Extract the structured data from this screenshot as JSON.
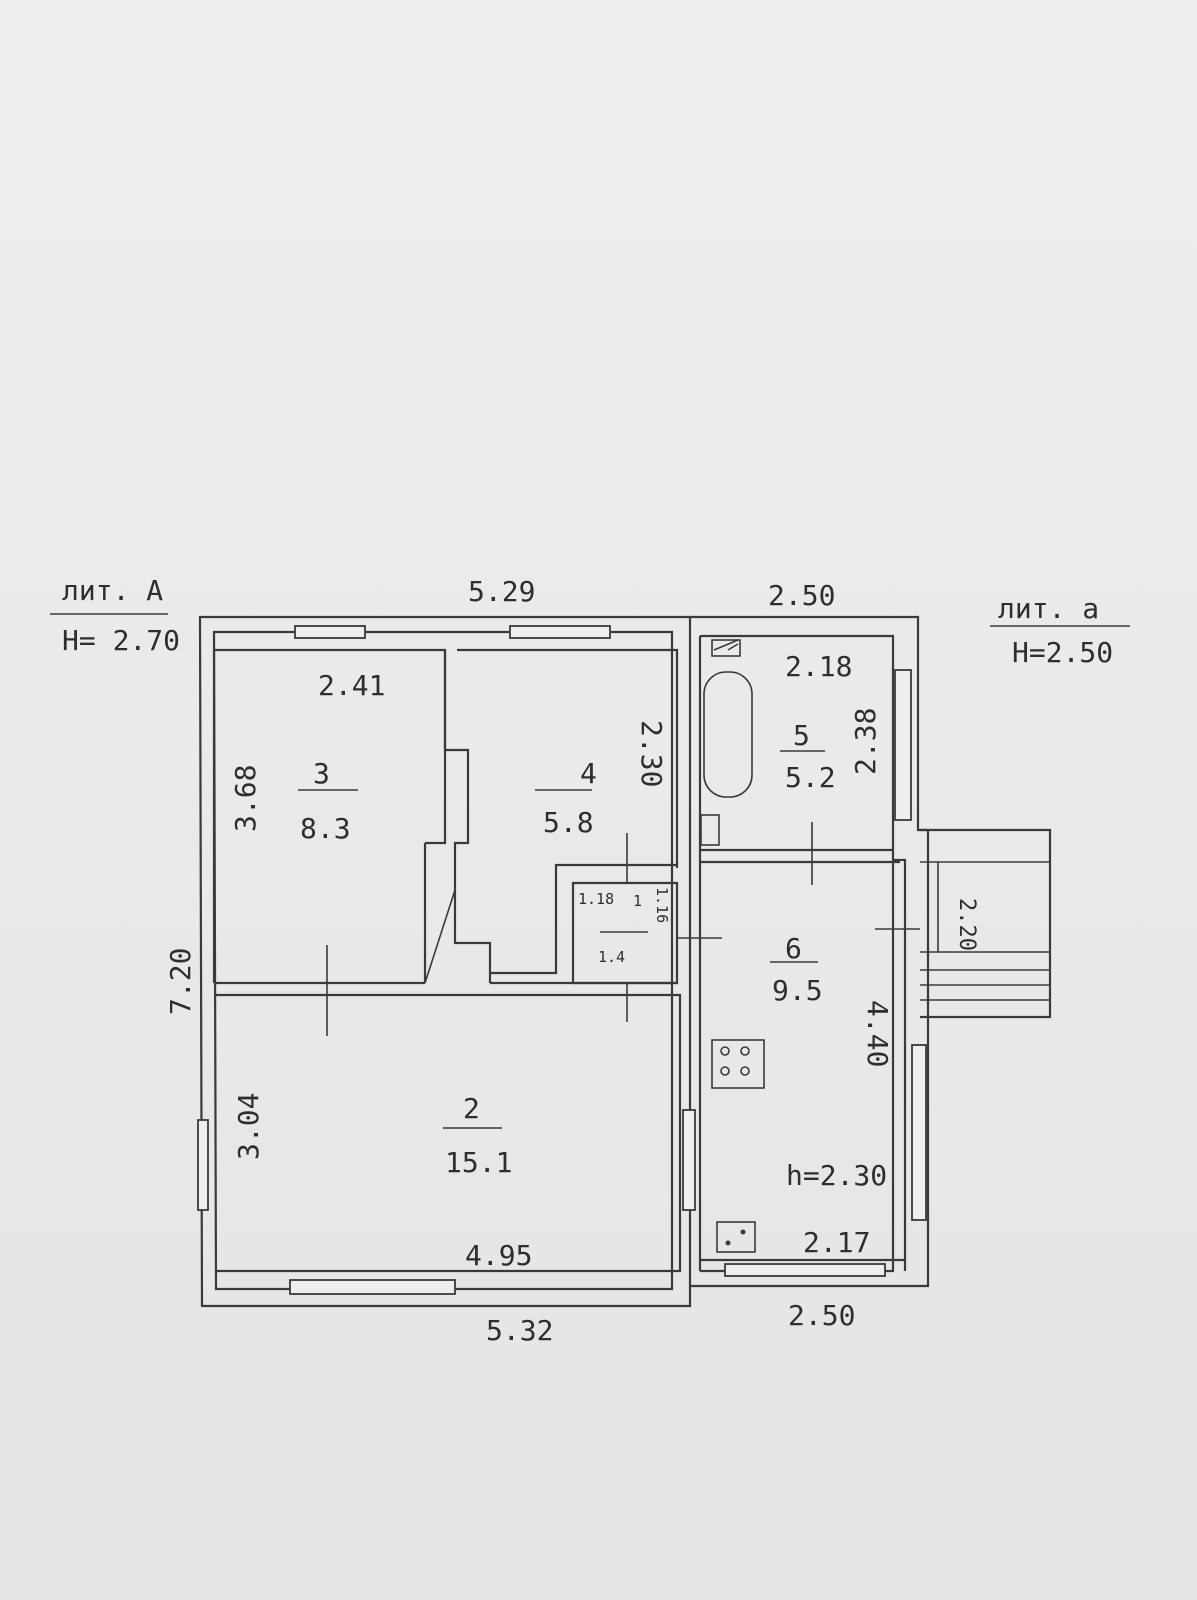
{
  "header_left": {
    "lit": "лит. А",
    "height": "H= 2.70"
  },
  "header_right": {
    "lit": "лит. а",
    "height": "H=2.50"
  },
  "outer_dims": {
    "top_main": "5.29",
    "top_annex": "2.50",
    "bottom_main": "5.32",
    "bottom_annex": "2.50",
    "left_total": "7.20",
    "porch": "2.20"
  },
  "rooms": [
    {
      "id": "room-3",
      "number": "3",
      "area": "8.3",
      "width": "2.41",
      "depth": "3.68"
    },
    {
      "id": "room-4",
      "number": "4",
      "area": "5.8",
      "depth": "2.30"
    },
    {
      "id": "room-5",
      "number": "5",
      "area": "5.2",
      "width": "2.18",
      "depth": "2.38"
    },
    {
      "id": "room-1",
      "number": "1",
      "area": "1.4",
      "width": "1.18",
      "depth": "1.16"
    },
    {
      "id": "room-6",
      "number": "6",
      "area": "9.5",
      "width": "2.17",
      "depth": "4.40",
      "ceiling": "h=2.30"
    },
    {
      "id": "room-2",
      "number": "2",
      "area": "15.1",
      "width": "4.95",
      "depth": "3.04"
    }
  ]
}
